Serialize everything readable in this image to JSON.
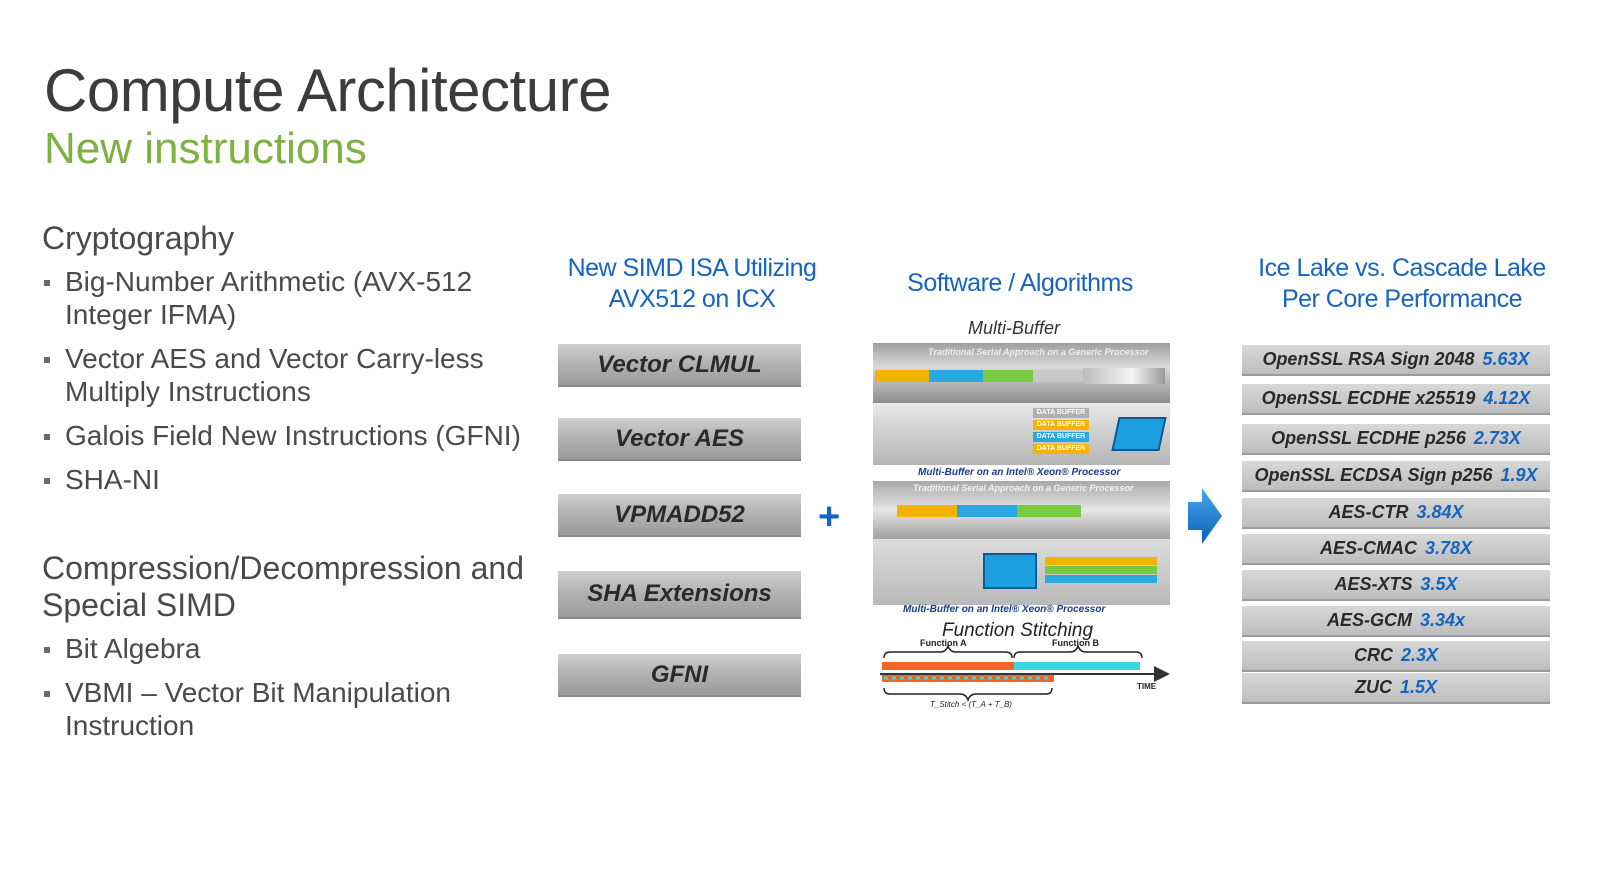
{
  "slide": {
    "title": "Compute Architecture",
    "subtitle": "New instructions"
  },
  "left": {
    "section1": {
      "heading": "Cryptography",
      "bullets": [
        "Big-Number Arithmetic (AVX-512 Integer IFMA)",
        "Vector AES and Vector Carry-less Multiply Instructions",
        "Galois Field New Instructions (GFNI)",
        "SHA-NI"
      ]
    },
    "section2": {
      "heading": "Compression/Decompression and  Special SIMD",
      "bullets": [
        "Bit Algebra",
        "VBMI – Vector Bit Manipulation Instruction"
      ]
    }
  },
  "isa": {
    "heading_line1": "New SIMD ISA Utilizing",
    "heading_line2": "AVX512 on ICX",
    "items": [
      "Vector CLMUL",
      "Vector AES",
      "VPMADD52",
      "SHA Extensions",
      "GFNI"
    ]
  },
  "plus_symbol": "+",
  "software": {
    "heading": "Software / Algorithms",
    "multi_buffer_label": "Multi-Buffer",
    "caption_traditional": "Traditional Serial Approach on a Generic Processor",
    "caption_multibuffer": "Multi-Buffer on an Intel® Xeon® Processor",
    "data_buffer_label": "DATA BUFFER",
    "function_stitching_label": "Function Stitching",
    "function_a": "Function A",
    "function_b": "Function B",
    "time_label": "TIME",
    "stitch_formula": "T_Stitch < (T_A + T_B)"
  },
  "performance": {
    "heading_line1": "Ice Lake vs. Cascade Lake",
    "heading_line2": "Per Core Performance",
    "rows": [
      {
        "name": "OpenSSL RSA Sign 2048",
        "value": "5.63X"
      },
      {
        "name": "OpenSSL ECDHE x25519",
        "value": "4.12X"
      },
      {
        "name": "OpenSSL ECDHE p256",
        "value": "2.73X"
      },
      {
        "name": "OpenSSL ECDSA Sign p256",
        "value": "1.9X"
      },
      {
        "name": "AES-CTR",
        "value": "3.84X"
      },
      {
        "name": "AES-CMAC",
        "value": "3.78X"
      },
      {
        "name": "AES-XTS",
        "value": "3.5X"
      },
      {
        "name": "AES-GCM",
        "value": "3.34x"
      },
      {
        "name": "CRC",
        "value": "2.3X"
      },
      {
        "name": "ZUC",
        "value": "1.5X"
      }
    ]
  },
  "colors": {
    "accent_blue": "#1565c0",
    "subtitle_green": "#7fb142",
    "text_gray": "#3c3c3c"
  },
  "icons": [
    "plus-icon",
    "right-arrow-icon",
    "bullet-square-icon"
  ]
}
